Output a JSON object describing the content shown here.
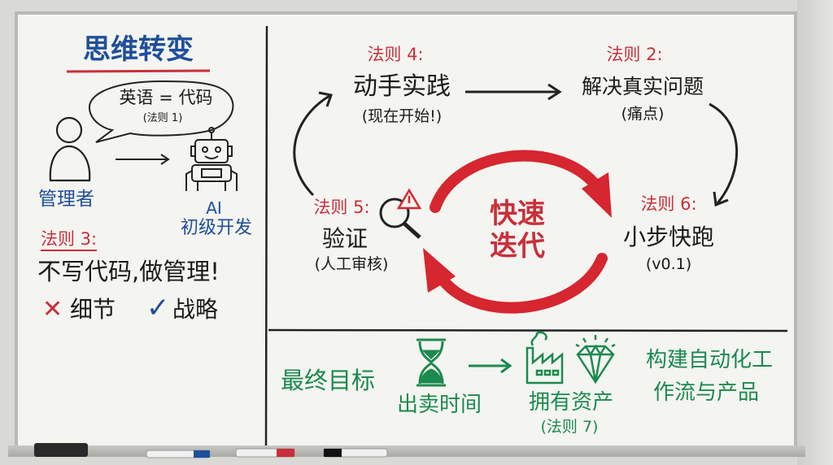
{
  "left": {
    "title": "思维转变",
    "speech": "英语 = 代码",
    "speech_rule": "(法则 1)",
    "manager_label": "管理者",
    "ai_label": "AI",
    "junior_label": "初级开发",
    "rule3_label": "法则 3:",
    "rule3_text": "不写代码,做管理!",
    "cross_mark": "✕",
    "detail": "细节",
    "check_mark": "✓",
    "strategy": "战略"
  },
  "cycle": {
    "rule4_label": "法则 4:",
    "rule4_title": "动手实践",
    "rule4_sub": "(现在开始!)",
    "rule2_label": "法则 2:",
    "rule2_title": "解决真实问题",
    "rule2_sub": "(痛点)",
    "rule6_label": "法则 6:",
    "rule6_title": "小步快跑",
    "rule6_sub": "(v0.1)",
    "rule5_label": "法则 5:",
    "rule5_title": "验证",
    "rule5_sub": "(人工审核)",
    "center_line1": "快速",
    "center_line2": "迭代"
  },
  "goal": {
    "label": "最终目标",
    "sell_time": "出卖时间",
    "own_assets": "拥有资产",
    "rule7": "(法则 7)",
    "build_line1": "构建自动化工",
    "build_line2": "作流与产品"
  },
  "colors": {
    "blue": "#1f4f9a",
    "red": "#c8303a",
    "green": "#1c8a4e",
    "ink": "#1a1a1a"
  }
}
